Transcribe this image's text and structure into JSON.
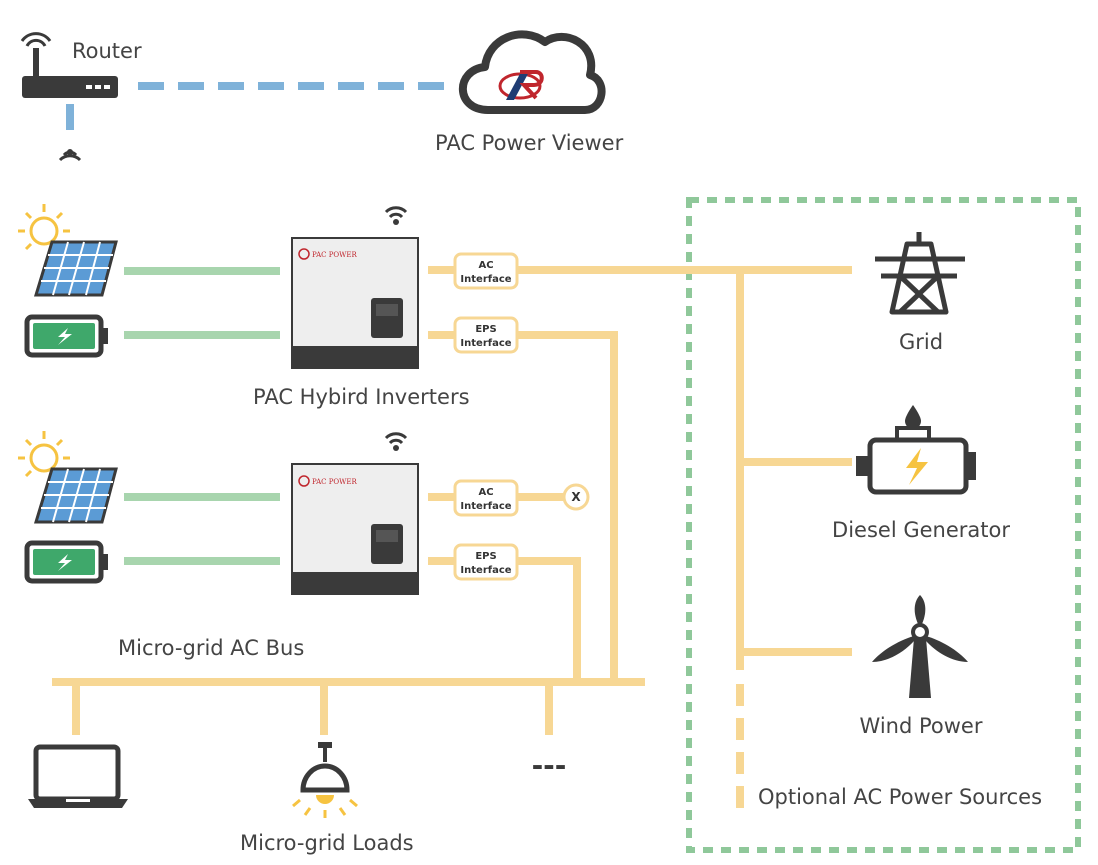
{
  "labels": {
    "router": "Router",
    "viewer": "PAC Power Viewer",
    "hybrid_inverters": "PAC Hybird Inverters",
    "ac_bus": "Micro-grid AC Bus",
    "loads": "Micro-grid Loads",
    "grid": "Grid",
    "diesel": "Diesel Generator",
    "wind": "Wind Power",
    "optional": "Optional AC Power Sources"
  },
  "interfaces": {
    "ac_line1": "AC",
    "ac_line2": "Interface",
    "eps_line1": "EPS",
    "eps_line2": "Interface"
  },
  "inverter_brand": "PAC POWER",
  "disconnected_mark": "X",
  "more_loads": "---",
  "colors": {
    "solar_line": "#a8d5ae",
    "ac_line": "#f7d794",
    "network_line": "#7fb2d9",
    "optional_border": "#8fc89a",
    "icon_dark": "#3a3a3a",
    "battery_green": "#3fa86b",
    "sun": "#f6c341",
    "panel_blue": "#5b9bd5",
    "brand_red": "#c0262d"
  }
}
